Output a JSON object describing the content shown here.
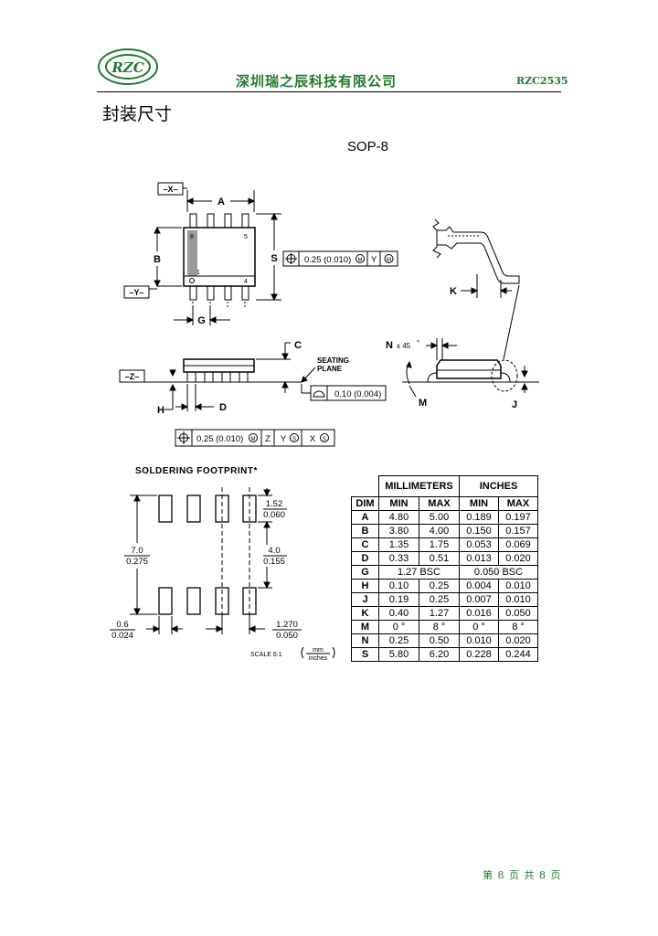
{
  "header": {
    "logo_text": "RZC",
    "company": "深圳瑞之辰科技有限公司",
    "part_number": "RZC2535"
  },
  "section_title": "封装尺寸",
  "package_title": "SOP-8",
  "top_view": {
    "datum_x": "–X–",
    "datum_y": "–Y–",
    "dim_a": "A",
    "dim_b": "B",
    "dim_s": "S",
    "dim_g": "G",
    "pin8": "8",
    "pin5": "5",
    "pin1": "1",
    "pin4": "4",
    "tol_frame": {
      "value": "0.25 (0.010)",
      "modifier": "M",
      "datum": "Y",
      "datum_mod": "M"
    }
  },
  "side_view": {
    "datum_z": "–Z–",
    "dim_c": "C",
    "dim_h": "H",
    "dim_d": "D",
    "seating_plane_1": "SEATING",
    "seating_plane_2": "PLANE",
    "flatness": "0.10 (0.004)",
    "tol_frame": {
      "value": "0.25 (0.010)",
      "modifier": "M",
      "d1": "Z",
      "d2": "Y",
      "d2_mod": "S",
      "d3": "X",
      "d3_mod": "S"
    }
  },
  "detail_view": {
    "dim_k": "K",
    "dim_n": "N",
    "chamfer": "x 45",
    "deg": "°",
    "dim_m": "M",
    "dim_j": "J"
  },
  "footprint": {
    "title": "SOLDERING FOOTPRINT*",
    "d1_mm": "1.52",
    "d1_in": "0.060",
    "d2_mm": "7.0",
    "d2_in": "0.275",
    "d3_mm": "4.0",
    "d3_in": "0.155",
    "d4_mm": "0.6",
    "d4_in": "0.024",
    "d5_mm": "1.270",
    "d5_in": "0.050",
    "scale": "SCALE 6:1",
    "unit_top": "mm",
    "unit_bottom": "inches"
  },
  "table": {
    "header_mm": "MILLIMETERS",
    "header_in": "INCHES",
    "col_dim": "DIM",
    "col_min": "MIN",
    "col_max": "MAX",
    "rows": [
      {
        "dim": "A",
        "mm_min": "4.80",
        "mm_max": "5.00",
        "in_min": "0.189",
        "in_max": "0.197"
      },
      {
        "dim": "B",
        "mm_min": "3.80",
        "mm_max": "4.00",
        "in_min": "0.150",
        "in_max": "0.157"
      },
      {
        "dim": "C",
        "mm_min": "1.35",
        "mm_max": "1.75",
        "in_min": "0.053",
        "in_max": "0.069"
      },
      {
        "dim": "D",
        "mm_min": "0.33",
        "mm_max": "0.51",
        "in_min": "0.013",
        "in_max": "0.020"
      },
      {
        "dim": "G",
        "mm_bsc": "1.27 BSC",
        "in_bsc": "0.050 BSC"
      },
      {
        "dim": "H",
        "mm_min": "0.10",
        "mm_max": "0.25",
        "in_min": "0.004",
        "in_max": "0.010"
      },
      {
        "dim": "J",
        "mm_min": "0.19",
        "mm_max": "0.25",
        "in_min": "0.007",
        "in_max": "0.010"
      },
      {
        "dim": "K",
        "mm_min": "0.40",
        "mm_max": "1.27",
        "in_min": "0.016",
        "in_max": "0.050"
      },
      {
        "dim": "M",
        "mm_min": "0 °",
        "mm_max": "8 °",
        "in_min": "0 °",
        "in_max": "8 °"
      },
      {
        "dim": "N",
        "mm_min": "0.25",
        "mm_max": "0.50",
        "in_min": "0.010",
        "in_max": "0.020"
      },
      {
        "dim": "S",
        "mm_min": "5.80",
        "mm_max": "6.20",
        "in_min": "0.228",
        "in_max": "0.244"
      }
    ]
  },
  "footer": "第 8 页 共 8 页",
  "colors": {
    "brand_green": "#1f7a2a",
    "line": "#000000"
  }
}
